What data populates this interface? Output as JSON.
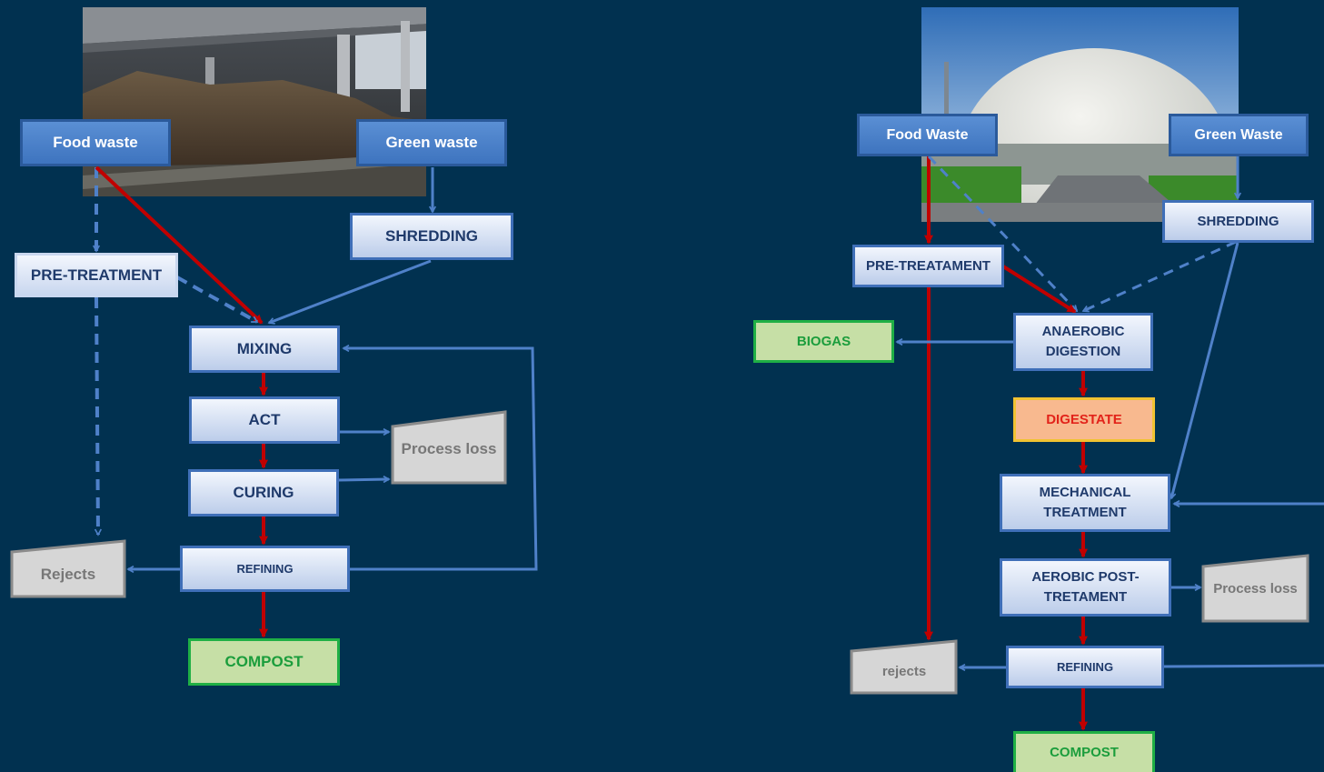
{
  "colors": {
    "background": "#013150",
    "flow_arrow": "#c00000",
    "link_arrow": "#4f81c9",
    "source_box": "#4a7fc9",
    "output_box": "#c6dfa6",
    "digestate_box": "#f8b98f",
    "loss_box": "#d6d6d6"
  },
  "photos": {
    "composting_plant": "compost-pile-under-shed-photo",
    "anaerobic_plant": "biogas-dome-digester-photo"
  },
  "composting": {
    "food_waste": "Food waste",
    "green_waste": "Green waste",
    "pre_treatment": "PRE-TREATMENT",
    "shredding": "SHREDDING",
    "mixing": "MIXING",
    "act": "ACT",
    "curing": "CURING",
    "process_loss": "Process loss",
    "refining": "REFINING",
    "rejects": "Rejects",
    "compost": "COMPOST"
  },
  "anaerobic": {
    "food_waste": "Food Waste",
    "green_waste": "Green Waste",
    "shredding": "SHREDDING",
    "pre_treatment": "PRE-TREATAMENT",
    "biogas": "BIOGAS",
    "anaerobic_digestion": "ANAEROBIC DIGESTION",
    "digestate": "DIGESTATE",
    "mechanical_treatment": "MECHANICAL TREATMENT",
    "aerobic_post_treatment": "AEROBIC POST-TRETAMENT",
    "process_loss": "Process loss",
    "refining": "REFINING",
    "rejects": "rejects",
    "compost": "COMPOST"
  }
}
